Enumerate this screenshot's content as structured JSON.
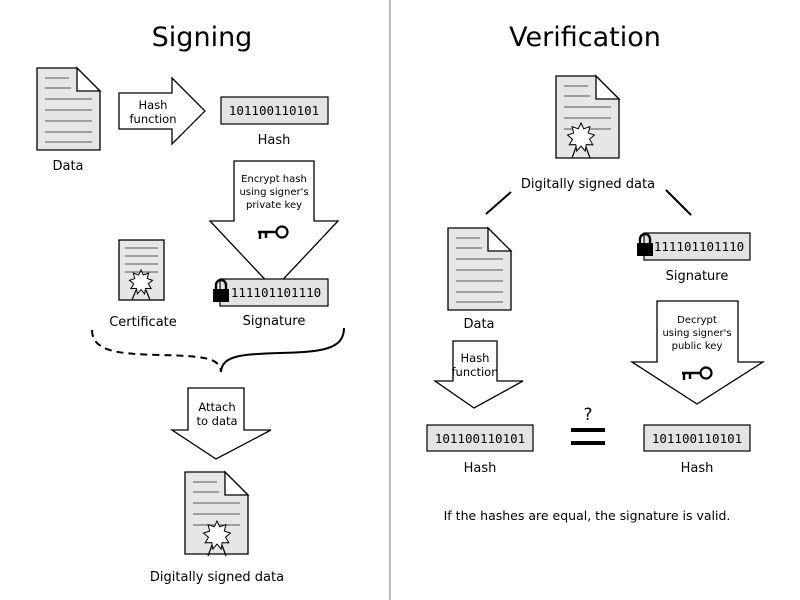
{
  "signing": {
    "title": "Signing",
    "data_label": "Data",
    "hash_function_line1": "Hash",
    "hash_function_line2": "function",
    "hash_value": "101100110101",
    "hash_label": "Hash",
    "encrypt_line1": "Encrypt hash",
    "encrypt_line2": "using signer's",
    "encrypt_line3": "private key",
    "certificate_label": "Certificate",
    "signature_value": "111101101110",
    "signature_label": "Signature",
    "attach_line1": "Attach",
    "attach_line2": "to data",
    "signed_data_label": "Digitally signed data"
  },
  "verification": {
    "title": "Verification",
    "signed_data_label": "Digitally signed data",
    "data_label": "Data",
    "signature_value": "111101101110",
    "signature_label": "Signature",
    "hash_function_line1": "Hash",
    "hash_function_line2": "function",
    "decrypt_line1": "Decrypt",
    "decrypt_line2": "using signer's",
    "decrypt_line3": "public key",
    "question_mark": "?",
    "hash_left_value": "101100110101",
    "hash_left_label": "Hash",
    "hash_right_value": "101100110101",
    "hash_right_label": "Hash",
    "footer_note": "If the hashes are equal, the signature is valid."
  },
  "icons": [
    "document-icon",
    "signed-document-icon",
    "certificate-icon",
    "key-icon",
    "lock-icon"
  ]
}
